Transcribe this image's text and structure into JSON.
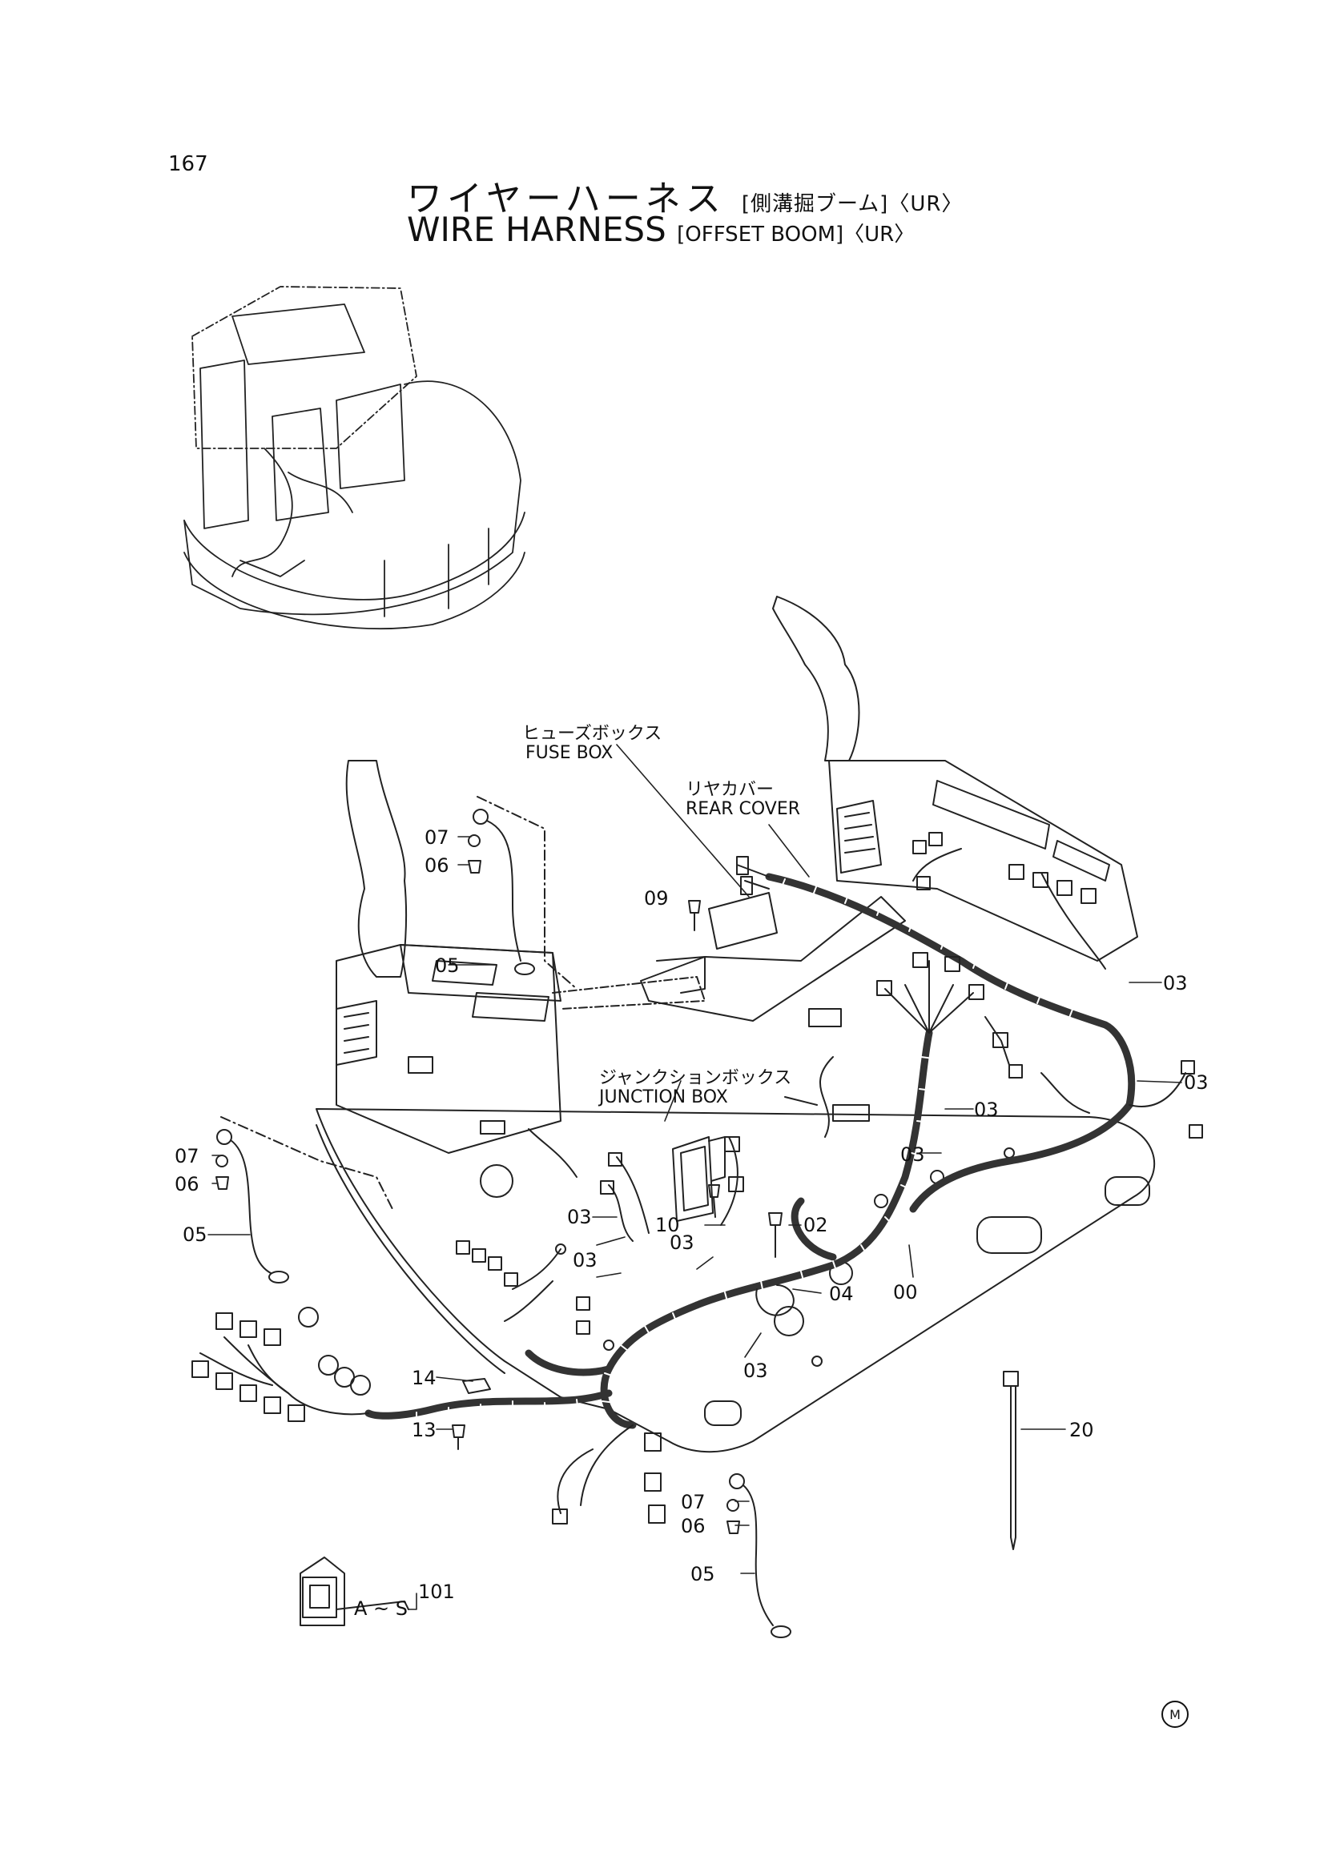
{
  "page": {
    "number": "167"
  },
  "title": {
    "ja_main": "ワイヤーハーネス",
    "ja_sub": "[側溝掘ブーム]〈UR〉",
    "en_main": "WIRE HARNESS",
    "en_sub": "[OFFSET BOOM]〈UR〉"
  },
  "callouts": {
    "fuse_box_ja": "ヒューズボックス",
    "fuse_box_en": "FUSE BOX",
    "rear_cover_ja": "リヤカバー",
    "rear_cover_en": "REAR COVER",
    "junction_box_ja": "ジャンクションボックス",
    "junction_box_en": "JUNCTION BOX"
  },
  "part_refs": [
    "00",
    "02",
    "03",
    "04",
    "05",
    "06",
    "07",
    "09",
    "10",
    "13",
    "14",
    "20",
    "101"
  ],
  "kit_label": "A ~ S",
  "mark": "M"
}
